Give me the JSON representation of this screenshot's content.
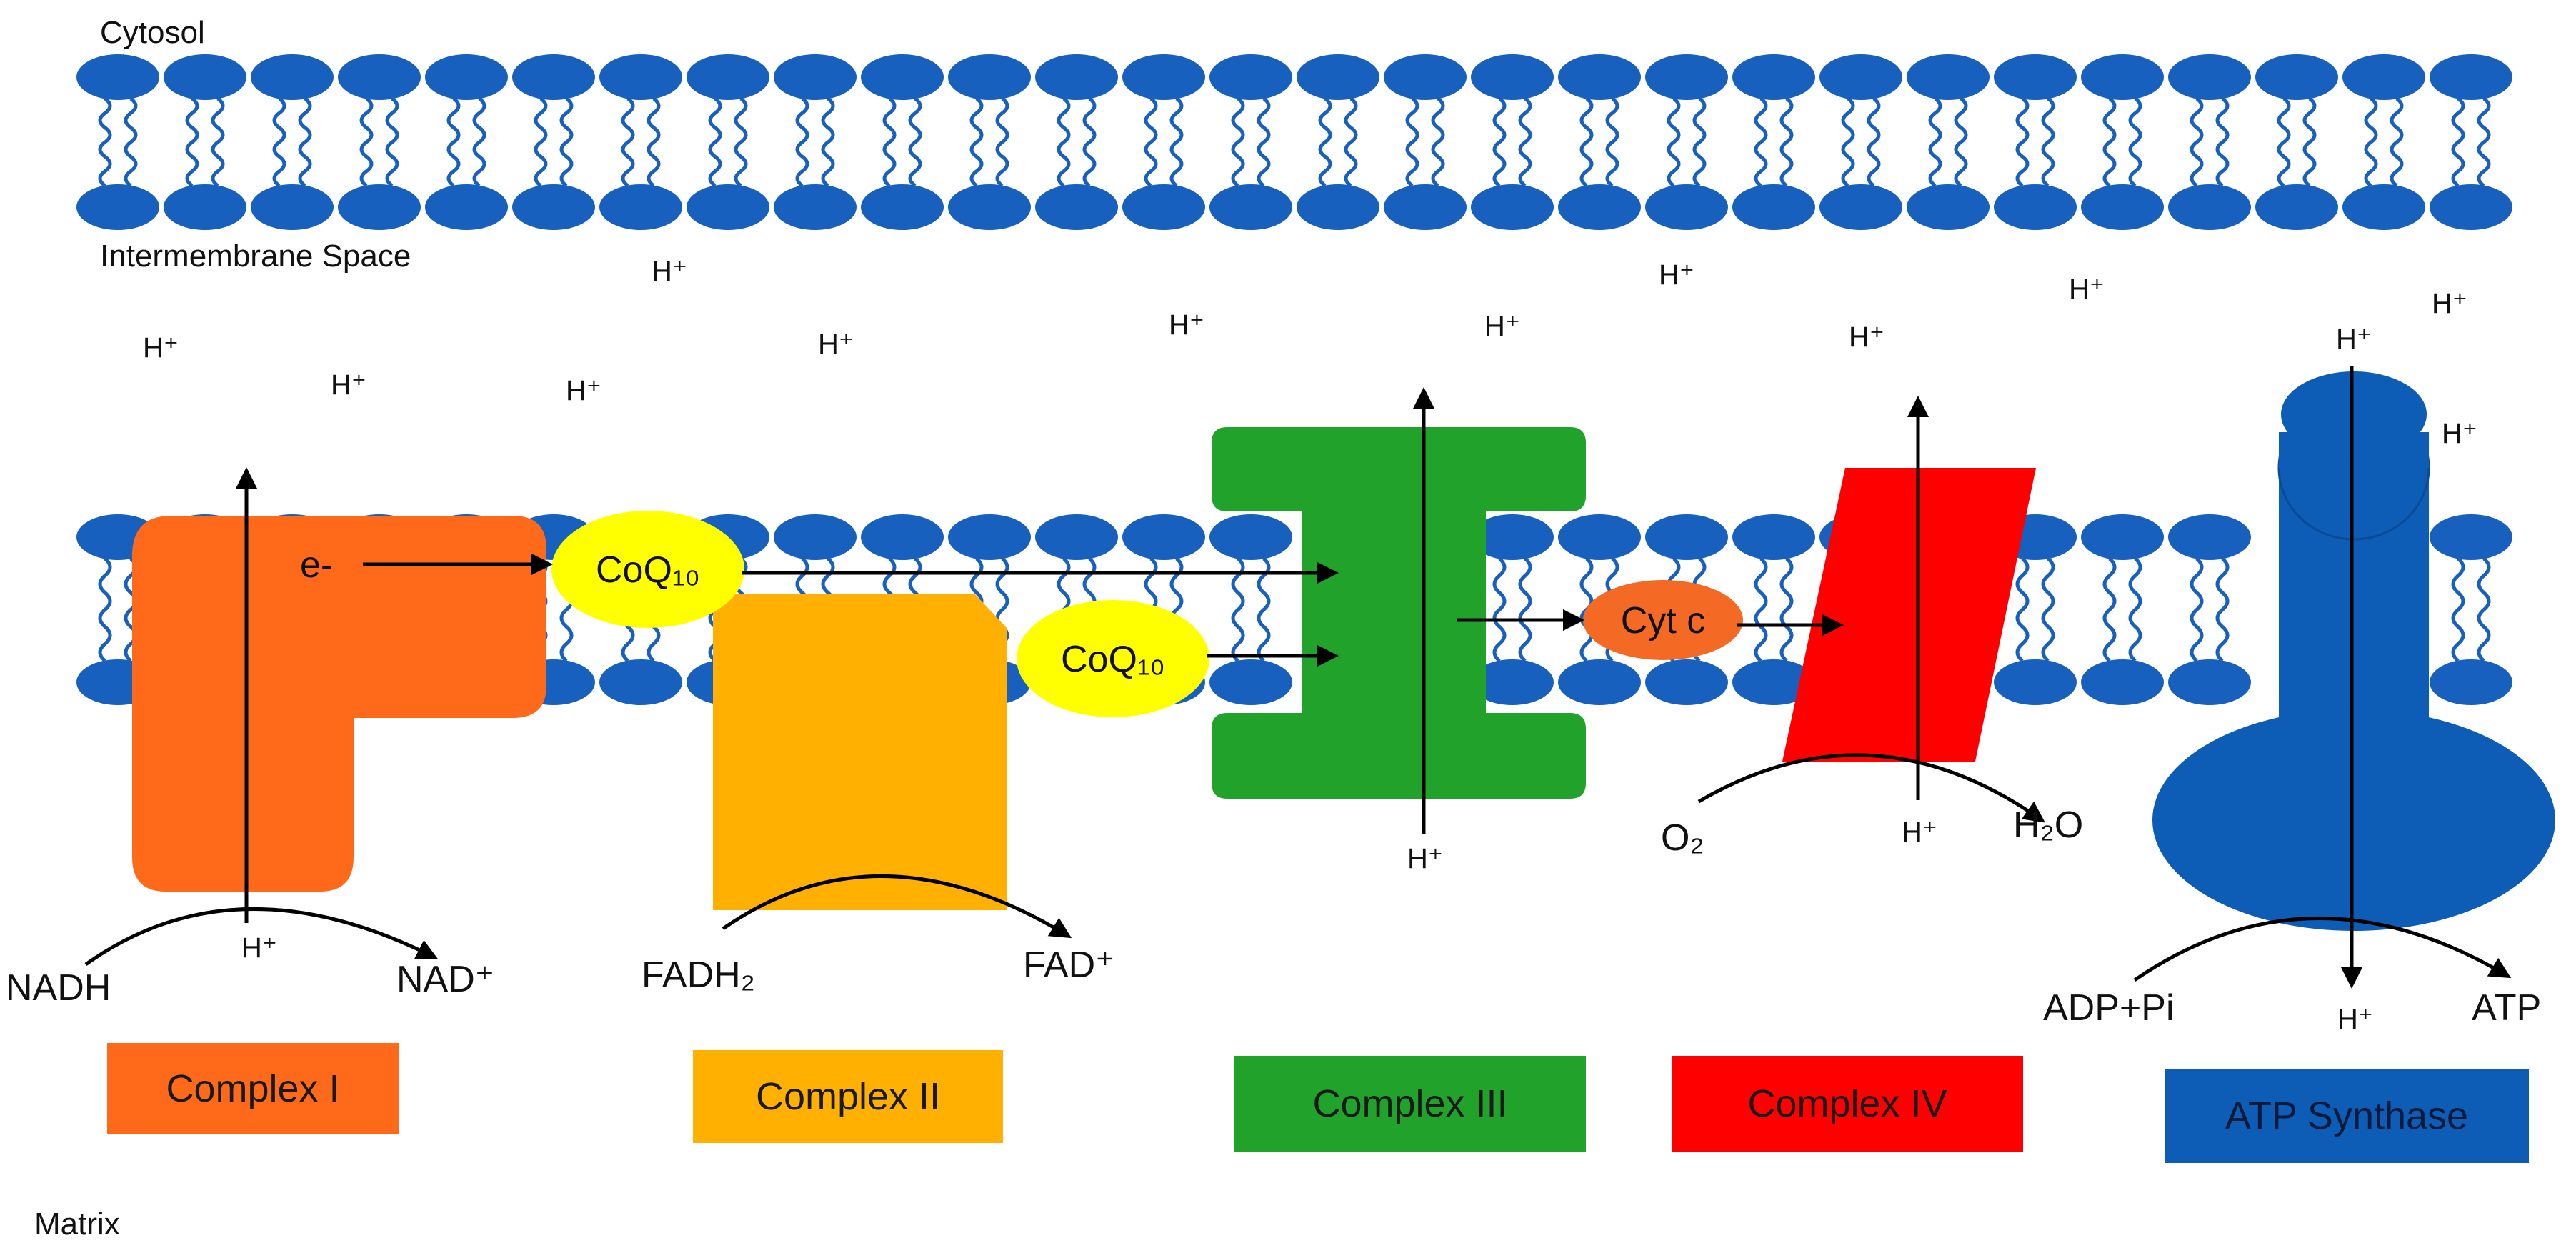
{
  "regions": {
    "cytosol": "Cytosol",
    "intermembrane": "Intermembrane Space",
    "matrix": "Matrix"
  },
  "proton_label": "H⁺",
  "electron_label": "e-",
  "carriers": {
    "coq_1": "CoQ₁₀",
    "coq_2": "CoQ₁₀",
    "cyt_c": "Cyt c"
  },
  "reactions": {
    "complex_i": {
      "substrate": "NADH",
      "product": "NAD⁺",
      "proton": "H⁺"
    },
    "complex_ii": {
      "substrate": "FADH₂",
      "product": "FAD⁺"
    },
    "complex_iii": {
      "proton": "H⁺"
    },
    "complex_iv": {
      "substrate": "O₂",
      "product": "H₂O",
      "proton": "H⁺"
    },
    "atp_synthase": {
      "substrate": "ADP+Pi",
      "product": "ATP",
      "proton_top": "H⁺",
      "proton_bottom": "H⁺"
    }
  },
  "legend": [
    {
      "label": "Complex I",
      "color": "#FF6A1A"
    },
    {
      "label": "Complex II",
      "color": "#FFB000"
    },
    {
      "label": "Complex III",
      "color": "#21A32B"
    },
    {
      "label": "Complex IV",
      "color": "#FF0000"
    },
    {
      "label": "ATP Synthase",
      "color": "#0D5CB6"
    }
  ],
  "colors": {
    "lipid_head": "#1860BE",
    "lipid_tail": "#1860BE",
    "coq": "#FFFF00",
    "cyt_c": "#F46A24",
    "arrow": "#000000"
  }
}
